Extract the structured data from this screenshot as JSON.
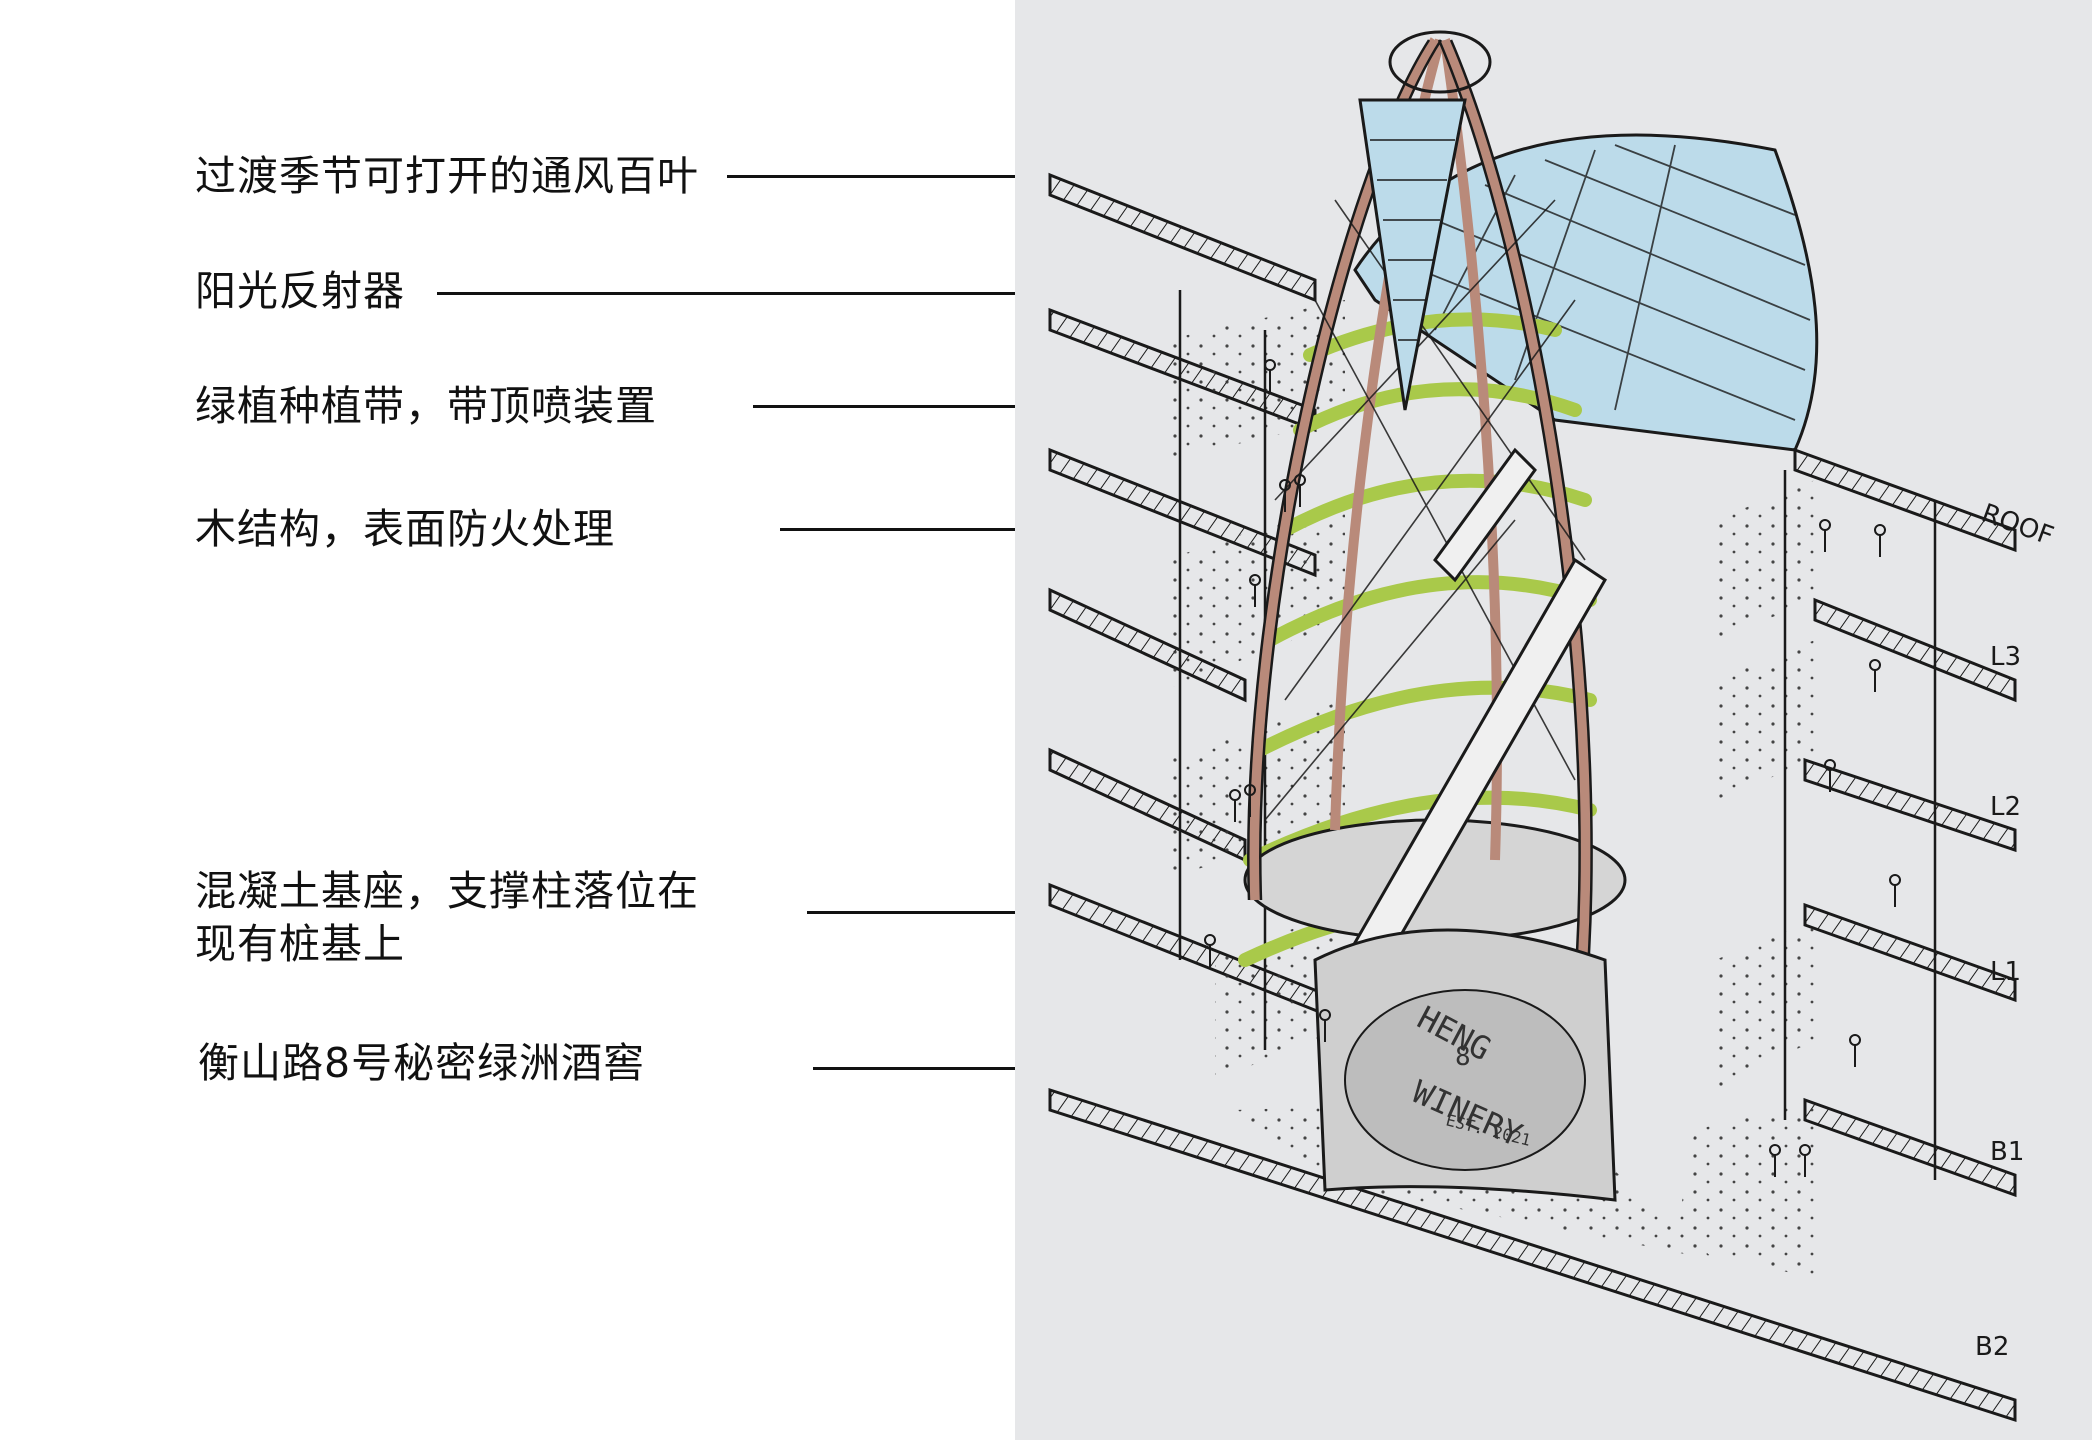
{
  "annotations": [
    {
      "id": "louver",
      "text": "过渡季节可打开的通风百叶"
    },
    {
      "id": "reflector",
      "text": "阳光反射器"
    },
    {
      "id": "planting",
      "text": "绿植种植带，带顶喷装置"
    },
    {
      "id": "timber",
      "text": "木结构，表面防火处理"
    },
    {
      "id": "base_line1",
      "text": "混凝土基座，支撑柱落位在"
    },
    {
      "id": "base_line2",
      "text": "现有桩基上"
    },
    {
      "id": "winery",
      "text": "衡山路8号秘密绿洲酒窖"
    }
  ],
  "levels": {
    "roof": "ROOF",
    "l3": "L3",
    "l2": "L2",
    "l1": "L1",
    "b1": "B1",
    "b2": "B2"
  },
  "sign": {
    "line1": "HENG",
    "line2": "8",
    "line3": "WINERY",
    "line4": "EST. 2021"
  },
  "colors": {
    "glass": "#bcdbea",
    "green": "#a9c94a",
    "timber": "#b98a7a",
    "ink": "#1a1a1a",
    "paper": "#e6e7e9"
  }
}
